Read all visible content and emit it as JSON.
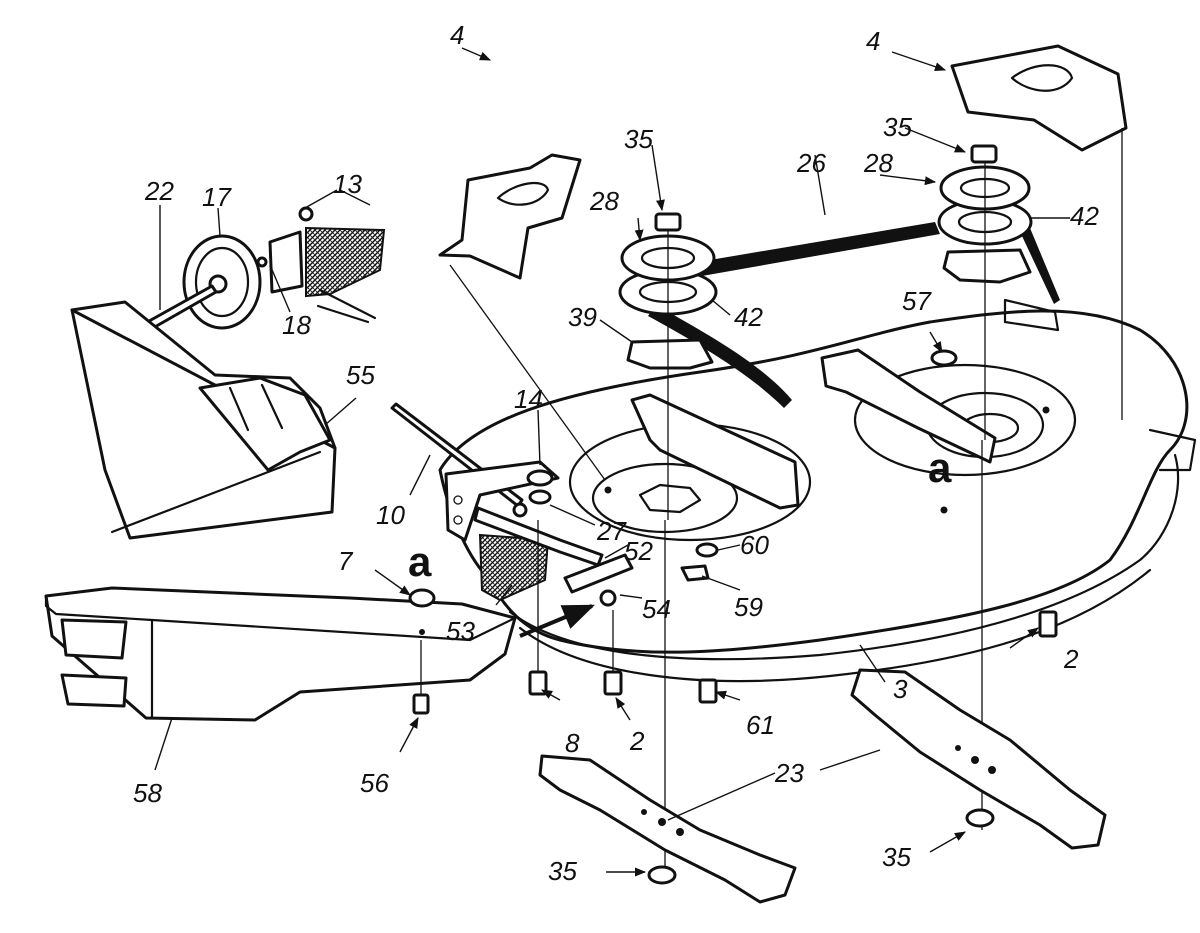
{
  "callouts": {
    "c2a": "2",
    "c2b": "2",
    "c3": "3",
    "c4a": "4",
    "c4b": "4",
    "c7": "7",
    "c8": "8",
    "c10": "10",
    "c13": "13",
    "c14": "14",
    "c17": "17",
    "c18": "18",
    "c22": "22",
    "c23": "23",
    "c26": "26",
    "c27": "27",
    "c28a": "28",
    "c28b": "28",
    "c35a": "35",
    "c35b": "35",
    "c35c": "35",
    "c35d": "35",
    "c39": "39",
    "c42a": "42",
    "c42b": "42",
    "c52": "52",
    "c53": "53",
    "c54": "54",
    "c55": "55",
    "c56": "56",
    "c57": "57",
    "c58": "58",
    "c59": "59",
    "c60": "60",
    "c61": "61"
  },
  "labels": {
    "a1": "a",
    "a2": "a"
  }
}
